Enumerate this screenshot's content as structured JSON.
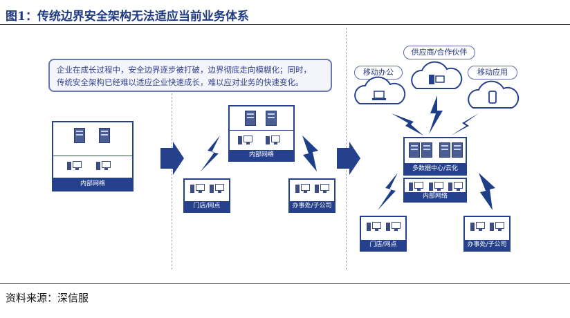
{
  "figure": {
    "title": "图1：传统边界安全架构无法适应当前业务体系",
    "source": "资料来源：深信服"
  },
  "callout": {
    "line1": "企业在成长过程中，安全边界逐步被打破，边界彻底走向模糊化；同时，",
    "line2": "传统安全架构已经难以适应企业快速成长，难以应对业务的快速变化。"
  },
  "stage1": {
    "network_label": "内部网络"
  },
  "stage2": {
    "network_label": "内部网络",
    "store_label": "门店/网点",
    "office_label": "办事处/子公司"
  },
  "stage3": {
    "cloud_mobile_office": "移动办公",
    "cloud_supplier": "供应商/合作伙伴",
    "cloud_mobile_app": "移动应用",
    "datacenter_label": "多数据中心/云化",
    "network_label": "内部网络",
    "store_label": "门店/网点",
    "office_label": "办事处/子公司"
  },
  "colors": {
    "primary": "#25418e",
    "title": "#1f3a80",
    "callout_border": "#6a77b5",
    "lightning": "#1f3e88"
  }
}
